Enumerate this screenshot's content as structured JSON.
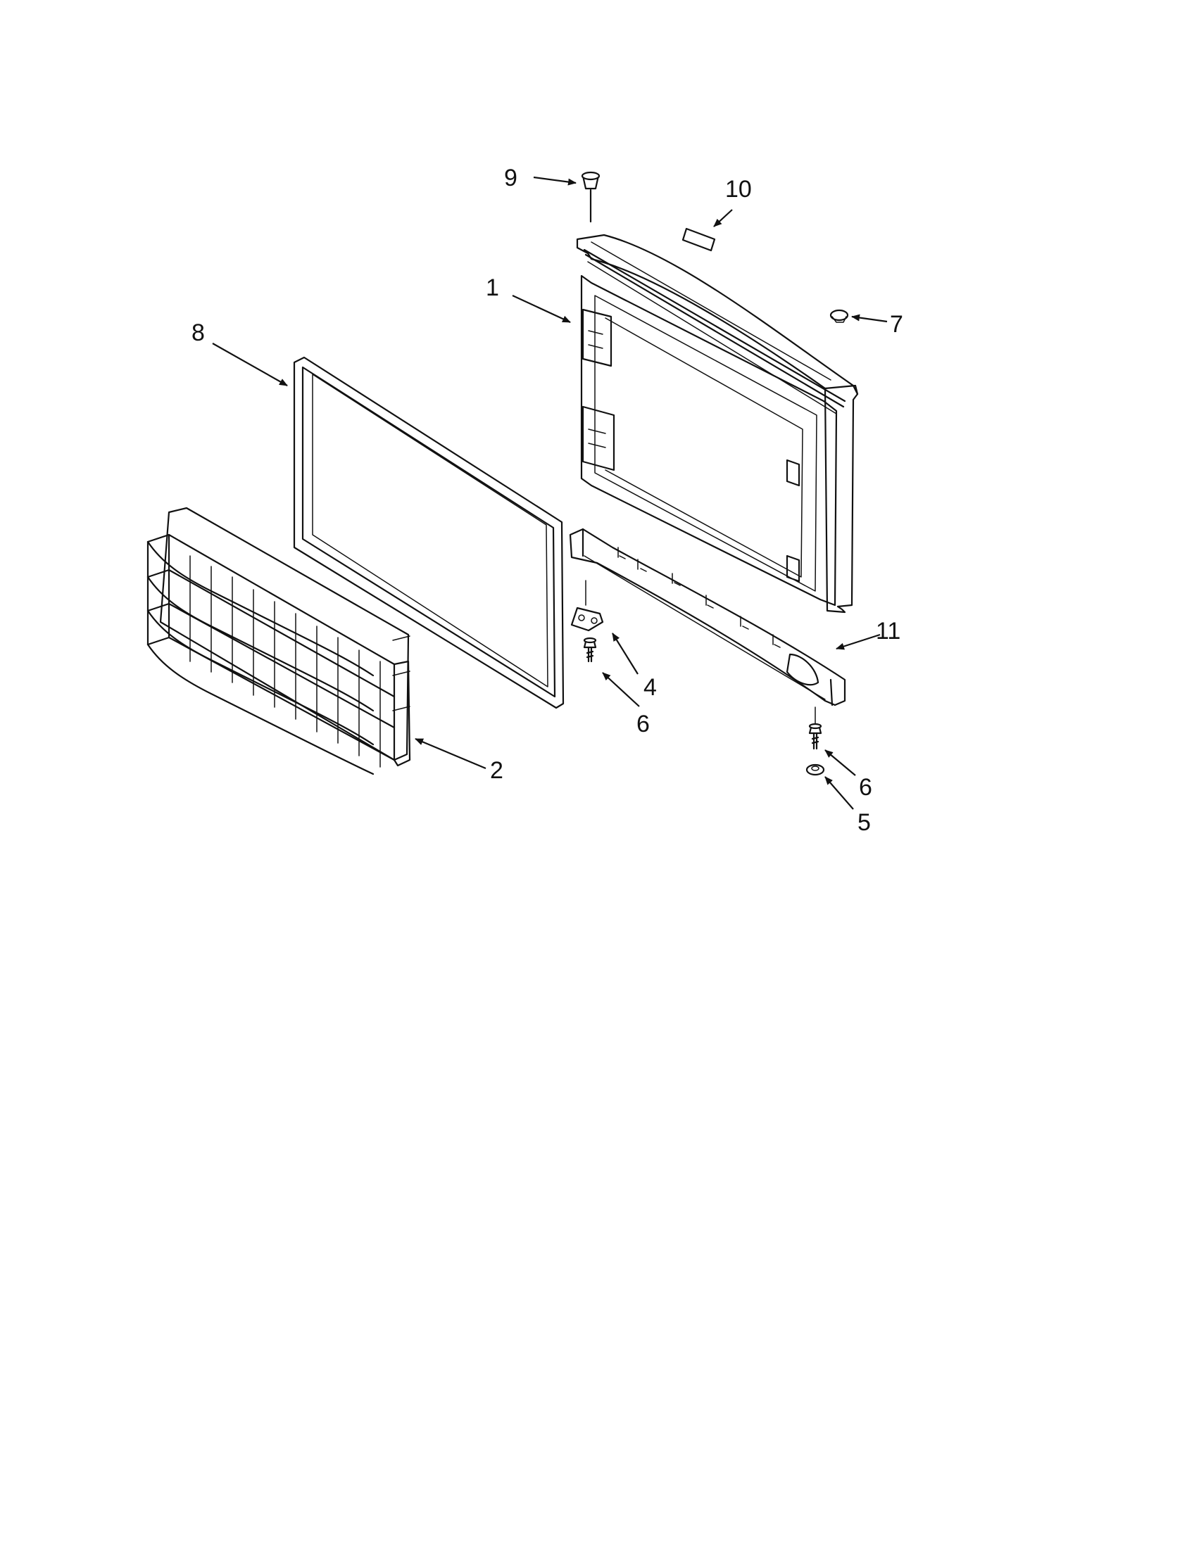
{
  "callouts": {
    "c1": "1",
    "c2": "2",
    "c4": "4",
    "c5": "5",
    "c6a": "6",
    "c6b": "6",
    "c7": "7",
    "c8": "8",
    "c9": "9",
    "c10": "10",
    "c11": "11"
  }
}
